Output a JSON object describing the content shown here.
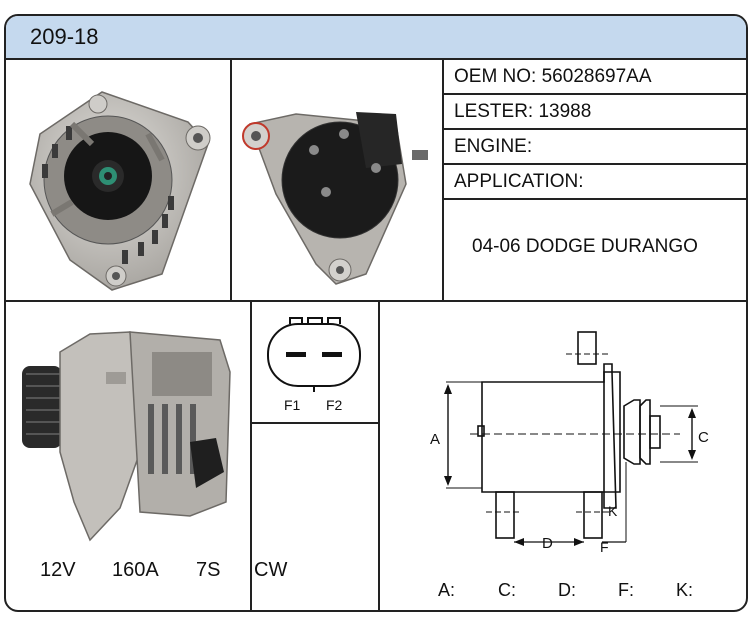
{
  "header": {
    "title": "209-18"
  },
  "specs": {
    "oem": "OEM NO: 56028697AA",
    "lester": "LESTER: 13988",
    "engine": "ENGINE:",
    "application": "APPLICATION:",
    "application_value": "04-06 DODGE DURANGO"
  },
  "electrical": {
    "voltage": "12V",
    "amperage": "160A",
    "pulley": "7S",
    "rotation": "CW"
  },
  "connector": {
    "pin1": "F1",
    "pin2": "F2"
  },
  "dimensions": {
    "labels": {
      "a": "A",
      "c": "C",
      "d": "D",
      "f": "F",
      "k": "K"
    },
    "legend": [
      "A:",
      "C:",
      "D:",
      "F:",
      "K:"
    ]
  }
}
